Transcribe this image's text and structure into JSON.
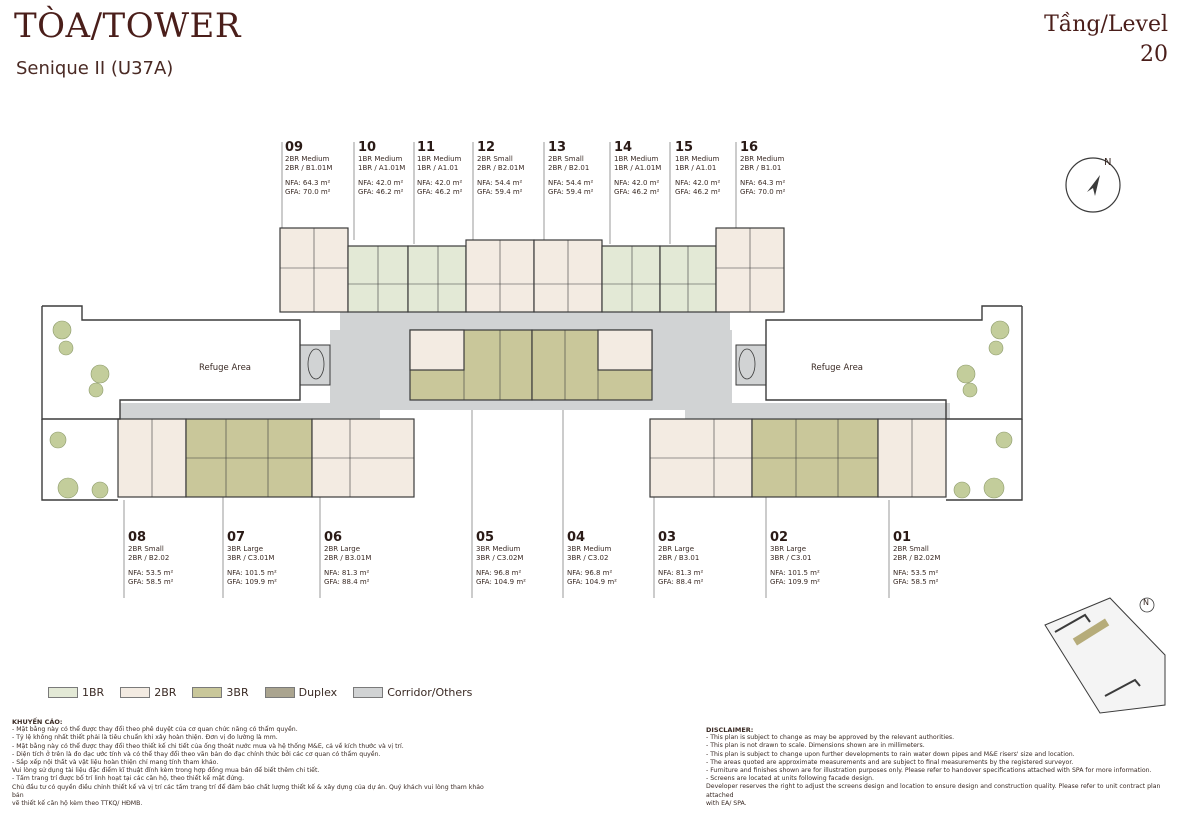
{
  "header": {
    "title": "TÒA/TOWER",
    "subtitle": "Senique II (U37A)",
    "level_label": "Tầng/Level",
    "level_number": "20"
  },
  "plan": {
    "refuge_left": "Refuge Area",
    "refuge_right": "Refuge Area",
    "compass_letter": "N",
    "keyplan_letter": "N"
  },
  "units_top": [
    {
      "num": "09",
      "type": "2BR Medium",
      "code": "2BR / B1.01M",
      "nfa": "NFA: 64.3 m²",
      "gfa": "GFA: 70.0 m²"
    },
    {
      "num": "10",
      "type": "1BR Medium",
      "code": "1BR / A1.01M",
      "nfa": "NFA: 42.0 m²",
      "gfa": "GFA: 46.2 m²"
    },
    {
      "num": "11",
      "type": "1BR Medium",
      "code": "1BR / A1.01",
      "nfa": "NFA: 42.0 m²",
      "gfa": "GFA: 46.2 m²"
    },
    {
      "num": "12",
      "type": "2BR Small",
      "code": "2BR / B2.01M",
      "nfa": "NFA: 54.4 m²",
      "gfa": "GFA: 59.4 m²"
    },
    {
      "num": "13",
      "type": "2BR Small",
      "code": "2BR / B2.01",
      "nfa": "NFA: 54.4 m²",
      "gfa": "GFA: 59.4 m²"
    },
    {
      "num": "14",
      "type": "1BR Medium",
      "code": "1BR / A1.01M",
      "nfa": "NFA: 42.0 m²",
      "gfa": "GFA: 46.2 m²"
    },
    {
      "num": "15",
      "type": "1BR Medium",
      "code": "1BR / A1.01",
      "nfa": "NFA: 42.0 m²",
      "gfa": "GFA: 46.2 m²"
    },
    {
      "num": "16",
      "type": "2BR Medium",
      "code": "2BR / B1.01",
      "nfa": "NFA: 64.3 m²",
      "gfa": "GFA: 70.0 m²"
    }
  ],
  "units_bottom": [
    {
      "num": "08",
      "type": "2BR Small",
      "code": "2BR / B2.02",
      "nfa": "NFA: 53.5 m²",
      "gfa": "GFA: 58.5 m²"
    },
    {
      "num": "07",
      "type": "3BR Large",
      "code": "3BR / C3.01M",
      "nfa": "NFA: 101.5 m²",
      "gfa": "GFA: 109.9 m²"
    },
    {
      "num": "06",
      "type": "2BR Large",
      "code": "2BR / B3.01M",
      "nfa": "NFA: 81.3 m²",
      "gfa": "GFA: 88.4 m²"
    },
    {
      "num": "05",
      "type": "3BR Medium",
      "code": "3BR / C3.02M",
      "nfa": "NFA: 96.8 m²",
      "gfa": "GFA: 104.9 m²"
    },
    {
      "num": "04",
      "type": "3BR Medium",
      "code": "3BR / C3.02",
      "nfa": "NFA: 96.8 m²",
      "gfa": "GFA: 104.9 m²"
    },
    {
      "num": "03",
      "type": "2BR Large",
      "code": "2BR / B3.01",
      "nfa": "NFA: 81.3 m²",
      "gfa": "GFA: 88.4 m²"
    },
    {
      "num": "02",
      "type": "3BR Large",
      "code": "3BR / C3.01",
      "nfa": "NFA: 101.5 m²",
      "gfa": "GFA: 109.9 m²"
    },
    {
      "num": "01",
      "type": "2BR Small",
      "code": "2BR / B2.02M",
      "nfa": "NFA: 53.5 m²",
      "gfa": "GFA: 58.5 m²"
    }
  ],
  "legend": [
    {
      "label": "1BR",
      "color": "#e3e9d6"
    },
    {
      "label": "2BR",
      "color": "#f3ebe2"
    },
    {
      "label": "3BR",
      "color": "#c9c79a"
    },
    {
      "label": "Duplex",
      "color": "#aaa48f"
    },
    {
      "label": "Corridor/Others",
      "color": "#d1d3d4"
    }
  ],
  "colors": {
    "br1": "#e3e9d6",
    "br2": "#f3ebe2",
    "br3": "#c9c79a",
    "corridor": "#d1d3d4",
    "wall": "#3b3b3b",
    "tree": "#b8c48e",
    "title": "#4a1e1a"
  },
  "disclaimer_vi": {
    "heading": "KHUYẾN CÁO:",
    "lines": [
      "-  Mặt bằng này có thể được thay đổi theo phê duyệt của cơ quan chức năng có thẩm quyền.",
      "-  Tỷ lệ không nhất thiết phải là tiêu chuẩn khi xây hoàn thiện. Đơn vị đo lường là mm.",
      "-  Mặt bằng này có thể được thay đổi theo thiết kế chi tiết của ống thoát nước mưa và hệ thống M&E, cả về kích thước và vị trí.",
      "-  Diện tích ở trên là đo đạc ước tính và có thể thay đổi theo văn bản đo đạc chính thức bởi các cơ quan có thẩm quyền.",
      "-  Sắp xếp nội thất và vật liệu hoàn thiện chỉ mang tính tham khảo.",
      "   Vui lòng sử dụng tài liệu đặc điểm kĩ thuật đính kèm trong hợp đồng mua bán để biết thêm chi tiết.",
      "-  Tấm trang trí được bố trí linh hoạt tại các căn hộ, theo thiết kế mặt đứng.",
      "   Chủ đầu tư có quyền điều chỉnh thiết kế và vị trí các tấm trang trí để đảm bảo chất lượng thiết kế & xây dựng của dự án. Quý khách vui lòng tham khảo bản",
      "   vẽ thiết kế căn hộ kèm theo TTKQ/ HĐMB."
    ]
  },
  "disclaimer_en": {
    "heading": "DISCLAIMER:",
    "lines": [
      "-  This plan is subject to change as may be approved by the relevant authorities.",
      "-  This plan is not drawn to scale. Dimensions shown are in millimeters.",
      "-  This plan is subject to change upon further developments to rain water down pipes and M&E risers' size and location.",
      "-  The areas quoted are approximate measurements and are subject to final measurements by the registered surveyor.",
      "-  Furniture and finishes shown are for illustration purposes only. Please refer to handover specifications attached with SPA for more information.",
      "-  Screens are located at units following facade design.",
      "   Developer reserves the right to adjust the screens design and location to ensure design and construction quality. Please refer to unit contract plan attached",
      "   with EA/ SPA."
    ]
  }
}
